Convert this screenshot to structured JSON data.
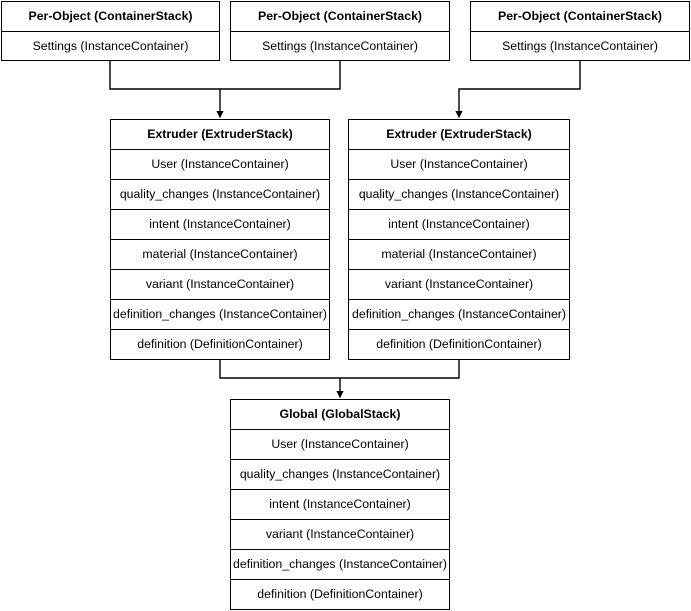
{
  "diagram": {
    "type": "flowchart",
    "title": "Cura container stack hierarchy",
    "background_color": "#ffffff",
    "line_color": "#000000",
    "text_color": "#000000",
    "nodes": [
      {
        "id": "per-object-1",
        "header": "Per-Object (ContainerStack)",
        "rows": [
          "Settings (InstanceContainer)"
        ]
      },
      {
        "id": "per-object-2",
        "header": "Per-Object (ContainerStack)",
        "rows": [
          "Settings (InstanceContainer)"
        ]
      },
      {
        "id": "per-object-3",
        "header": "Per-Object (ContainerStack)",
        "rows": [
          "Settings (InstanceContainer)"
        ]
      },
      {
        "id": "extruder-1",
        "header": "Extruder (ExtruderStack)",
        "rows": [
          "User (InstanceContainer)",
          "quality_changes (InstanceContainer)",
          "intent (InstanceContainer)",
          "material (InstanceContainer)",
          "variant (InstanceContainer)",
          "definition_changes (InstanceContainer)",
          "definition (DefinitionContainer)"
        ]
      },
      {
        "id": "extruder-2",
        "header": "Extruder (ExtruderStack)",
        "rows": [
          "User (InstanceContainer)",
          "quality_changes (InstanceContainer)",
          "intent (InstanceContainer)",
          "material (InstanceContainer)",
          "variant (InstanceContainer)",
          "definition_changes (InstanceContainer)",
          "definition (DefinitionContainer)"
        ]
      },
      {
        "id": "global",
        "header": "Global (GlobalStack)",
        "rows": [
          "User (InstanceContainer)",
          "quality_changes (InstanceContainer)",
          "intent (InstanceContainer)",
          "variant (InstanceContainer)",
          "definition_changes (InstanceContainer)",
          "definition (DefinitionContainer)"
        ]
      }
    ],
    "edges": [
      {
        "from": "per-object-1",
        "to": "extruder-1"
      },
      {
        "from": "per-object-2",
        "to": "extruder-1"
      },
      {
        "from": "per-object-3",
        "to": "extruder-2"
      },
      {
        "from": "extruder-1",
        "to": "global"
      },
      {
        "from": "extruder-2",
        "to": "global"
      }
    ]
  }
}
